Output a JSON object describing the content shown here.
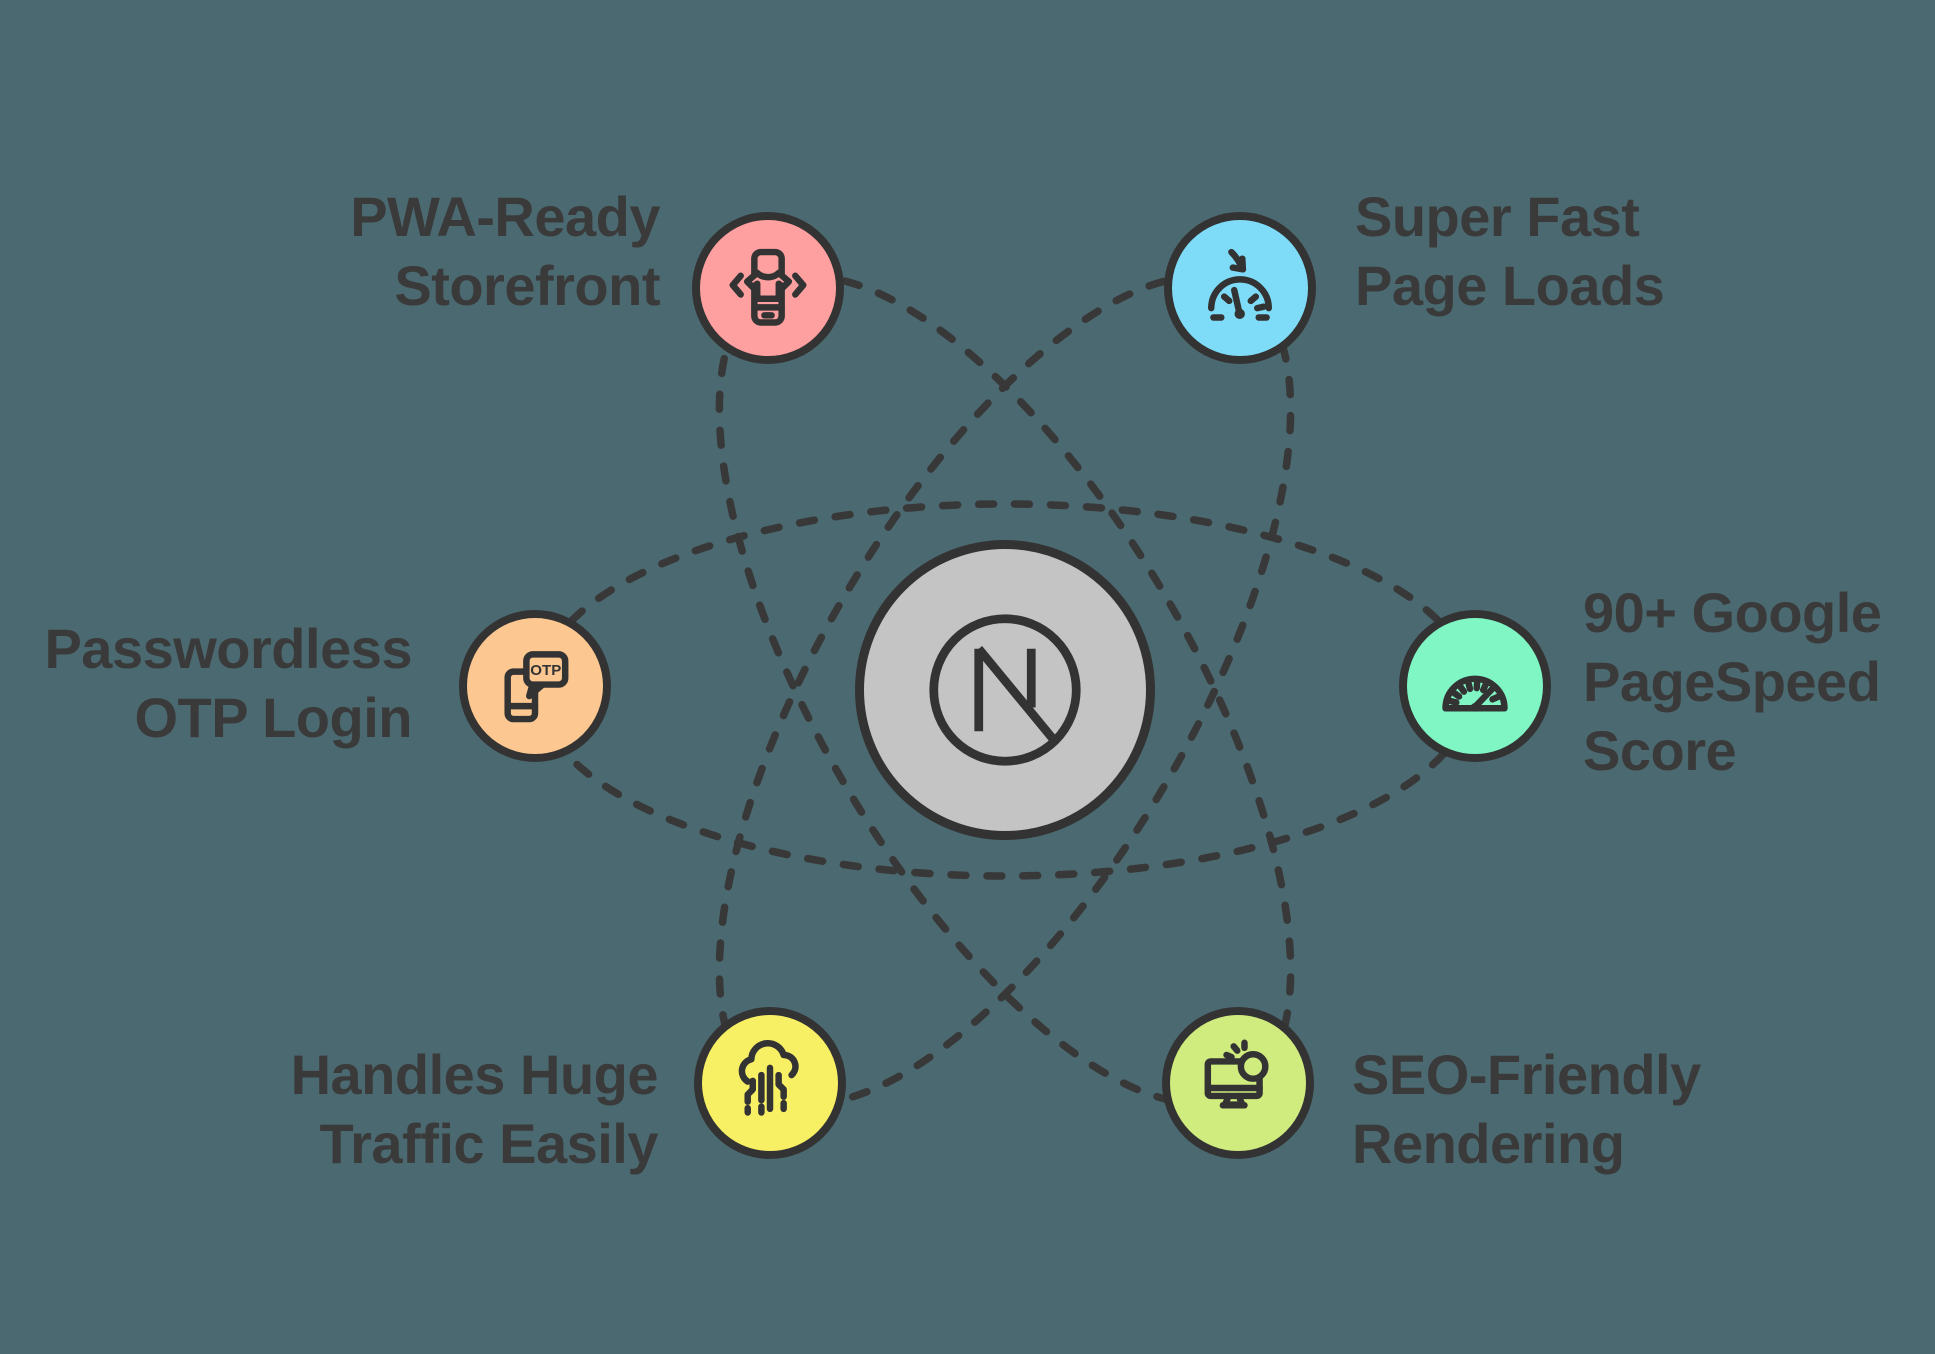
{
  "background_color": "#4b6970",
  "line_color": "#383838",
  "text_color": "#3a3a3a",
  "center_node": {
    "name": "Next.js logo",
    "fill_color": "#c4c4c4"
  },
  "nodes": {
    "pwa": {
      "label": "PWA-Ready\nStorefront",
      "color": "#ffa0a0",
      "icon": "smartphone-with-tshirt-and-code-brackets"
    },
    "speed": {
      "label": "Super Fast\nPage Loads",
      "color": "#7fdcf8",
      "icon": "speedometer-with-down-arrow"
    },
    "otp": {
      "label": "Passwordless\nOTP Login",
      "color": "#fcc791",
      "icon": "phone-with-otp-message-bubble",
      "icon_text": "OTP"
    },
    "pagespeed": {
      "label": "90+ Google\nPageSpeed\nScore",
      "color": "#7ff6c4",
      "icon": "speed-gauge"
    },
    "traffic": {
      "label": "Handles Huge\nTraffic Easily",
      "color": "#f7ef64",
      "icon": "cloud-with-data-streams"
    },
    "seo": {
      "label": "SEO-Friendly\nRendering",
      "color": "#d0eb7e",
      "icon": "monitor-with-search-lens"
    }
  }
}
